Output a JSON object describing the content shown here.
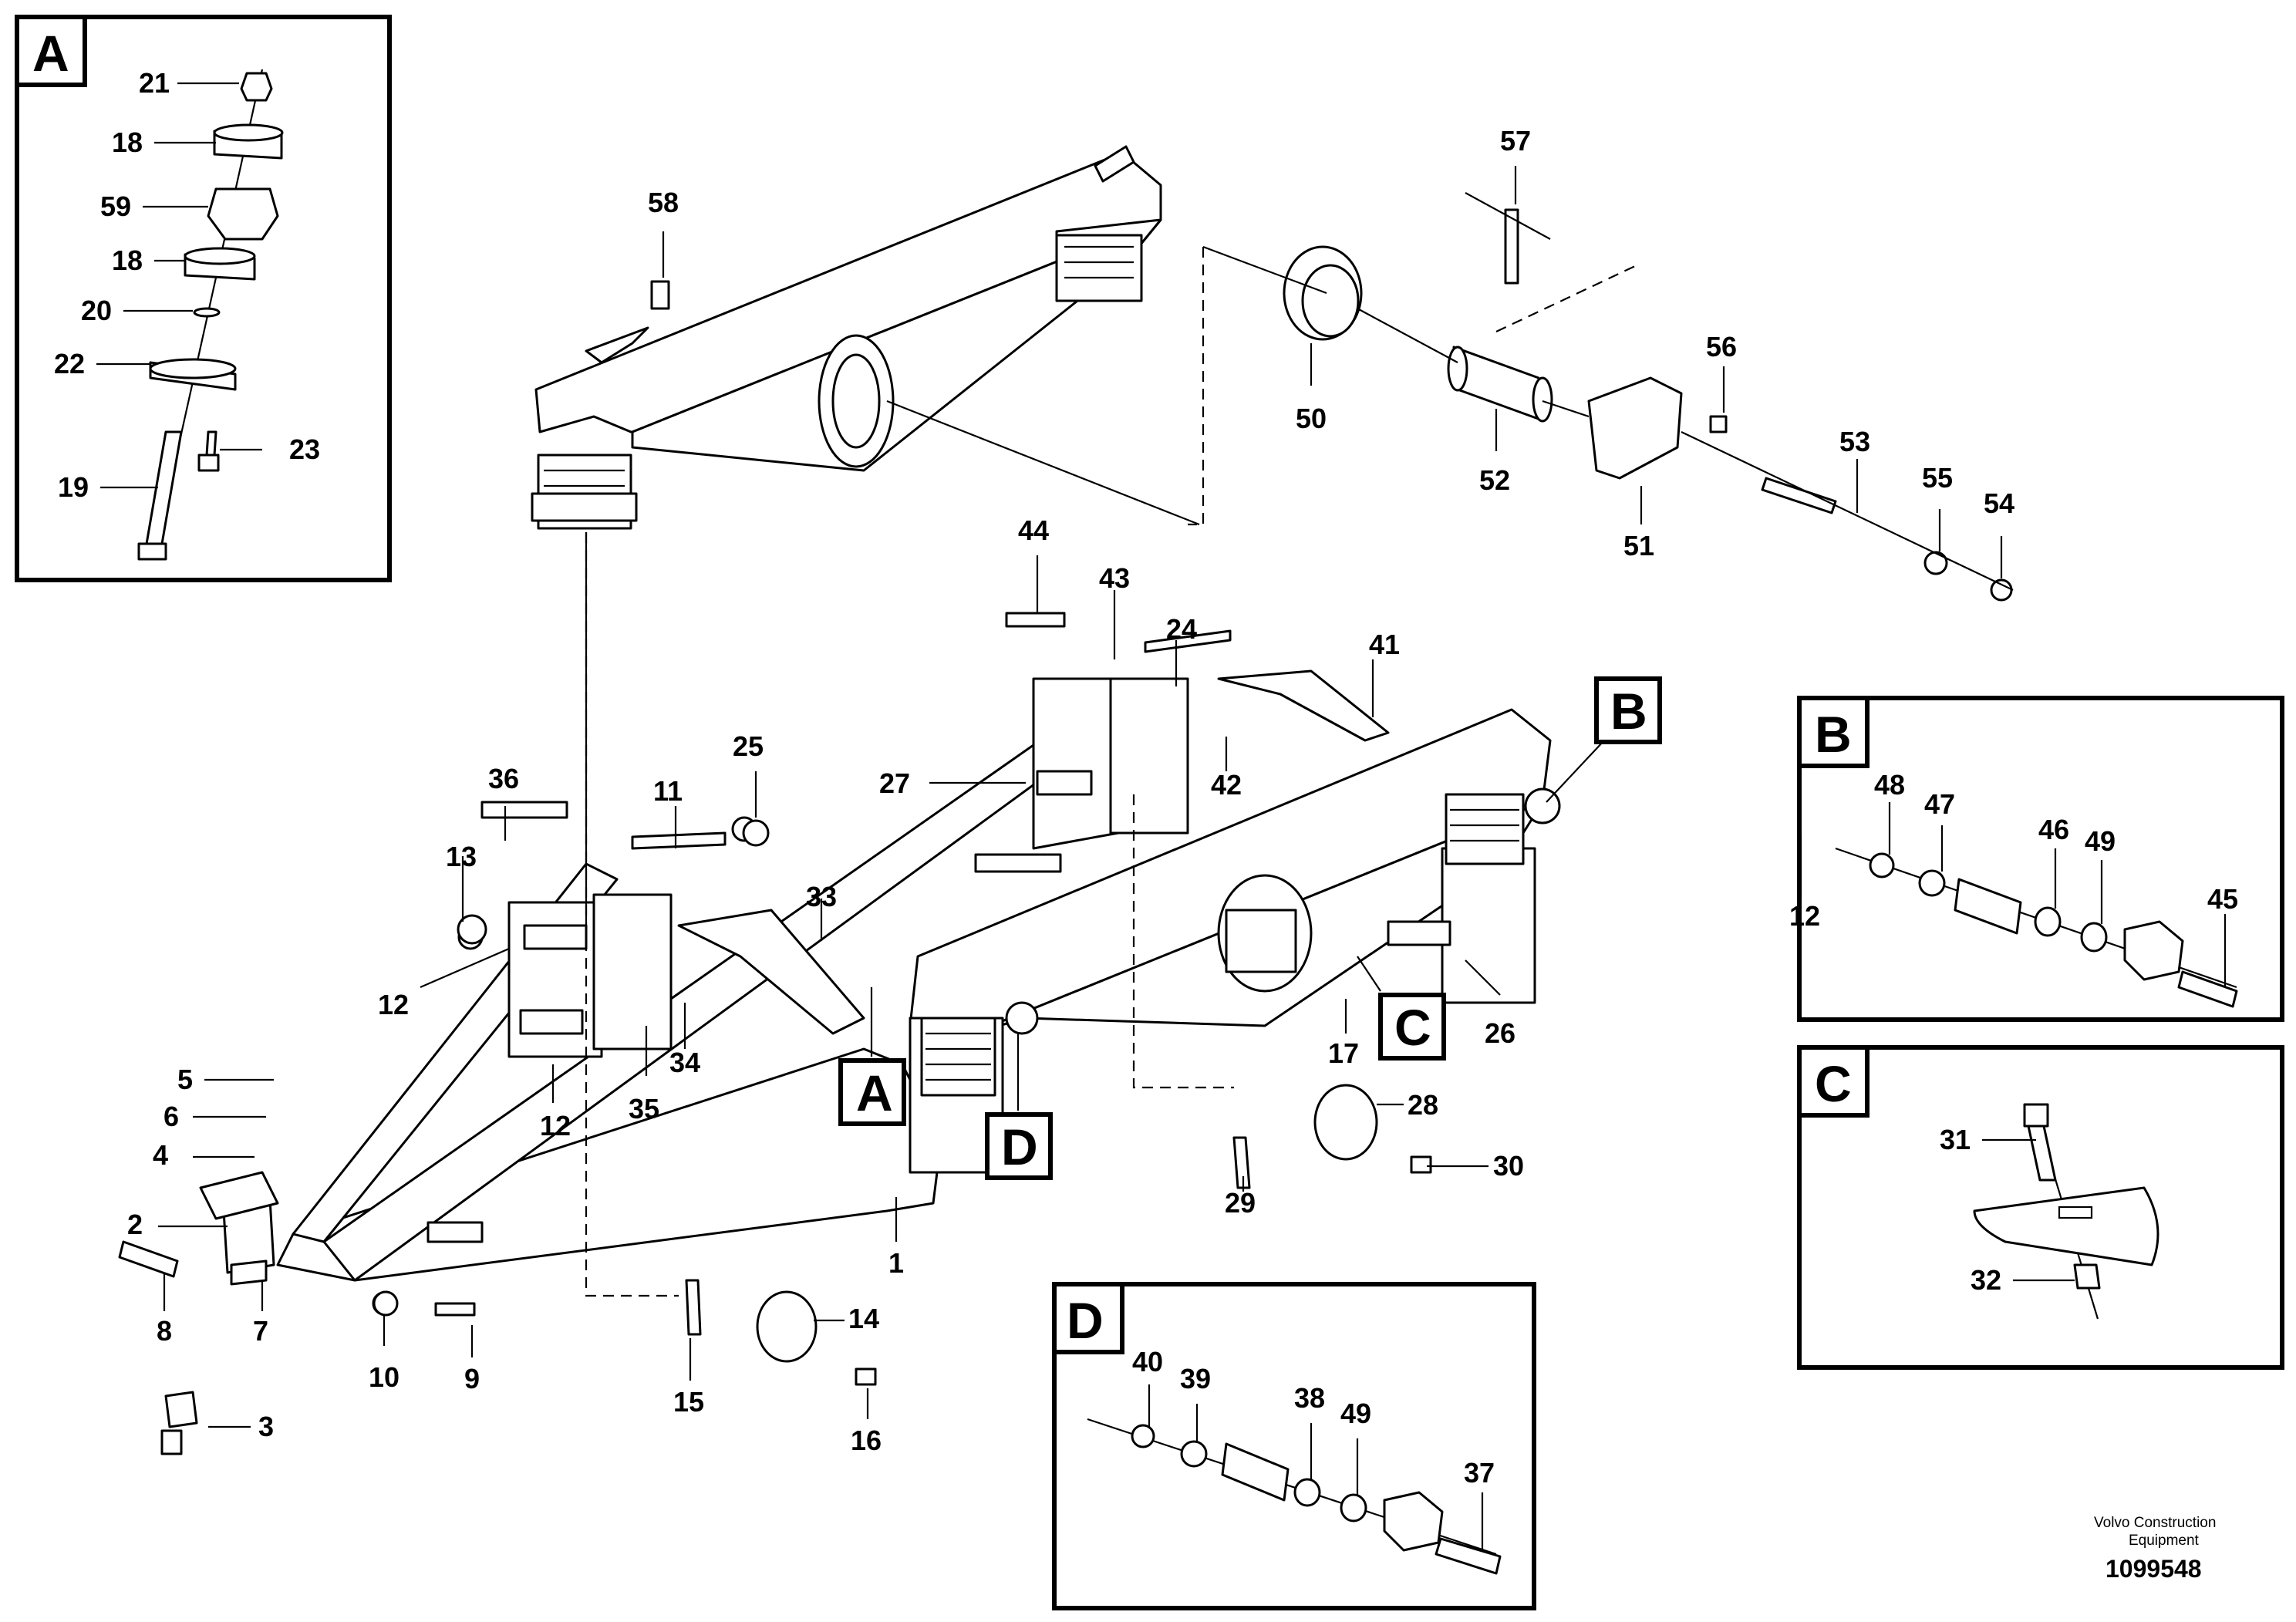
{
  "detail_letters": {
    "a": "A",
    "b": "B",
    "c": "C",
    "d": "D"
  },
  "callouts": {
    "c1": "1",
    "c2": "2",
    "c3": "3",
    "c4": "4",
    "c5": "5",
    "c6": "6",
    "c7": "7",
    "c8": "8",
    "c9": "9",
    "c10": "10",
    "c11": "11",
    "c12": "12",
    "c13": "13",
    "c14": "14",
    "c15": "15",
    "c16": "16",
    "c17": "17",
    "c18": "18",
    "c19": "19",
    "c20": "20",
    "c21": "21",
    "c22": "22",
    "c23": "23",
    "c24": "24",
    "c25": "25",
    "c26": "26",
    "c27": "27",
    "c28": "28",
    "c29": "29",
    "c30": "30",
    "c31": "31",
    "c32": "32",
    "c33": "33",
    "c34": "34",
    "c35": "35",
    "c36": "36",
    "c37": "37",
    "c38": "38",
    "c39": "39",
    "c40": "40",
    "c41": "41",
    "c42": "42",
    "c43": "43",
    "c44": "44",
    "c45": "45",
    "c46": "46",
    "c47": "47",
    "c48": "48",
    "c49": "49",
    "c50": "50",
    "c51": "51",
    "c52": "52",
    "c53": "53",
    "c54": "54",
    "c55": "55",
    "c56": "56",
    "c57": "57",
    "c58": "58",
    "c59": "59"
  },
  "footer": {
    "brand_line1": "Volvo Construction",
    "brand_line2": "Equipment",
    "drawing_number": "1099548"
  }
}
